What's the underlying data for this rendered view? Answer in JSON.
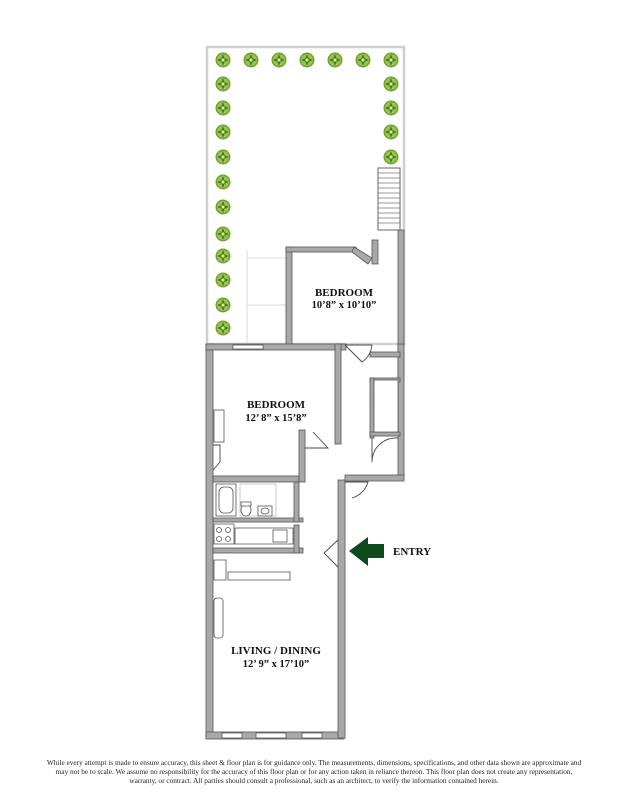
{
  "rooms": {
    "bedroom_rear": {
      "name": "BEDROOM",
      "dimensions": "10’8” x 10’10”"
    },
    "bedroom_front": {
      "name": "BEDROOM",
      "dimensions": "12’ 8” x 15’8”"
    },
    "living_dining": {
      "name": "LIVING / DINING",
      "dimensions": "12’ 9” x 17’10”"
    }
  },
  "entry": {
    "label": "ENTRY"
  },
  "icons": {
    "garden": "tree-icon",
    "entry_arrow": "arrow-left-icon"
  },
  "colors": {
    "wall": "#a8a8a8",
    "wall_edge": "#555555",
    "garden_outline": "#cfcfcf",
    "tree_light": "#9bc24a",
    "tree_dark": "#3f7a1e",
    "arrow": "#0f4a1c"
  },
  "disclaimer": "While every attempt is made to ensure accuracy, this sheet & floor plan is for guidance only. The measurements, dimensions, specifications, and other data shown are approximate and may not be to scale. We assume no responsibility for the accuracy of this floor plan or for any action taken in reliance thereon. This floor plan does not create any representation, warranty, or contract. All parties should consult a professional, such as an architect, to verify the information contained herein."
}
